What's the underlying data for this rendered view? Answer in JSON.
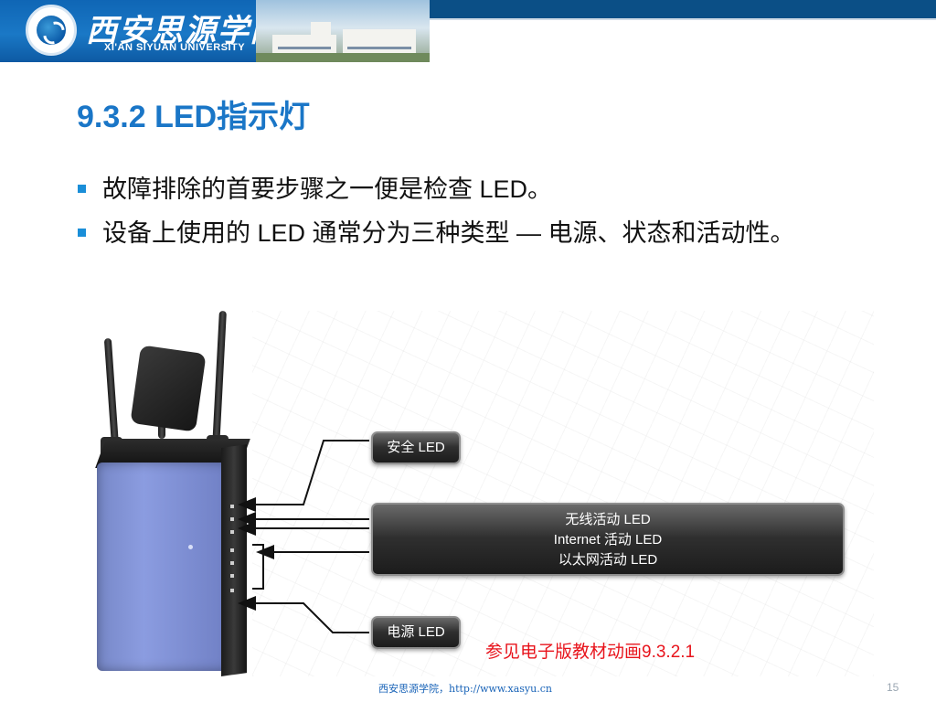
{
  "header": {
    "logo_cn": "西安思源学院",
    "logo_en": "XI'AN SIYUAN UNIVERSITY"
  },
  "slide": {
    "title": "9.3.2 LED指示灯",
    "bullets": [
      "故障排除的首要步骤之一便是检查 LED。",
      "设备上使用的 LED 通常分为三种类型 — 电源、状态和活动性。"
    ]
  },
  "diagram": {
    "callouts": {
      "security": "安全 LED",
      "activity": [
        "无线活动 LED",
        "Internet 活动 LED",
        "以太网活动 LED"
      ],
      "power": "电源 LED"
    },
    "reference_note": "参见电子版教材动画9.3.2.1"
  },
  "footer": {
    "text": "西安思源学院，http://www.xasyu.cn",
    "page_number": "15"
  },
  "colors": {
    "title": "#1a76c7",
    "bullet_marker": "#1a8ed8",
    "reference_note": "#e8141c",
    "footer_text": "#1a64b8",
    "header_band": "#0b4f86"
  }
}
